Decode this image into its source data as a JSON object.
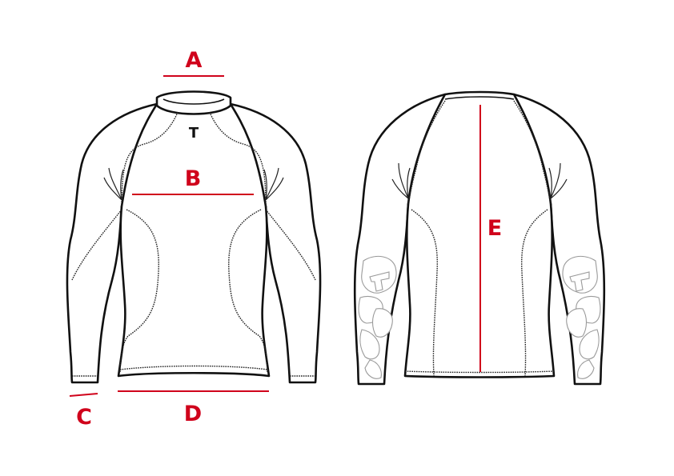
{
  "brand_logo": "T",
  "labels": {
    "a": "A",
    "b": "B",
    "c": "C",
    "d": "D",
    "e": "E"
  },
  "colors": {
    "measurement": "#d0021b",
    "outline": "#111111"
  },
  "icons": {
    "front_view": "long-sleeve-shirt-front",
    "back_view": "long-sleeve-shirt-back"
  }
}
